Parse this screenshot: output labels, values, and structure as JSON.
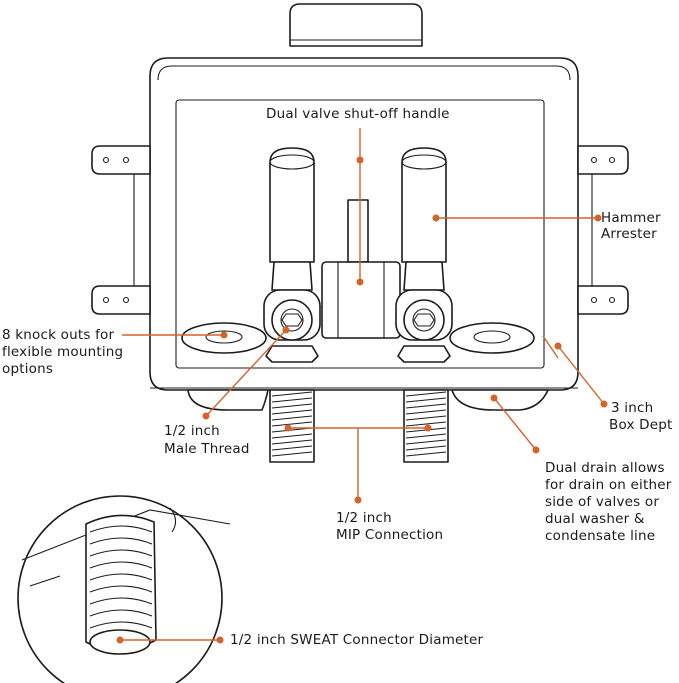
{
  "labels": {
    "handle": "Dual valve shut-off handle",
    "hammer_1": "Hammer",
    "hammer_2": "Arrester",
    "knock_1": "8 knock outs for",
    "knock_2": "flexible mounting",
    "knock_3": "options",
    "male_1": "1/2 inch",
    "male_2": "Male Thread",
    "depth_1": "3 inch",
    "depth_2": "Box Dept",
    "drain_1": "Dual drain allows",
    "drain_2": "for drain on either",
    "drain_3": "side of valves or",
    "drain_4": "dual washer &",
    "drain_5": "condensate line",
    "mip_1": "1/2 inch",
    "mip_2": "MIP Connection",
    "sweat": "1/2 inch SWEAT Connector Diameter"
  },
  "colors": {
    "accent": "#d4642a",
    "ink": "#1c1c1c",
    "background": "#ffffff"
  }
}
